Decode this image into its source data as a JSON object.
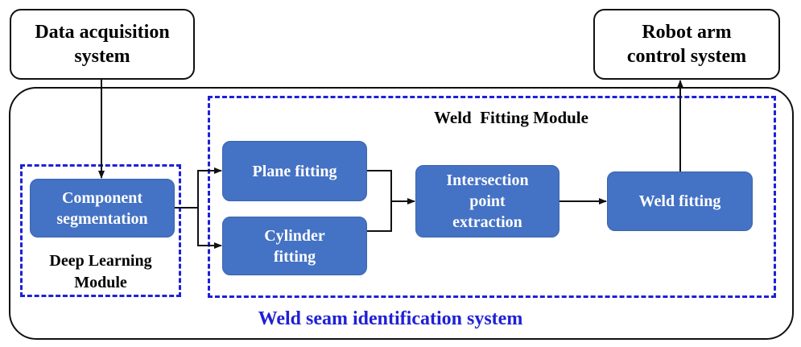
{
  "inputs": {
    "data_acquisition": "Data acquisition\nsystem",
    "robot_arm": "Robot arm\ncontrol system"
  },
  "system": {
    "label": "Weld seam identification system"
  },
  "deep_learning": {
    "title": "Deep Learning\nModule",
    "component_segmentation": "Component\nsegmentation"
  },
  "weld_fitting": {
    "title": "Weld  Fitting Module",
    "plane_fitting": "Plane fitting",
    "cylinder_fitting": "Cylinder\nfitting",
    "intersection": "Intersection\npoint\nextraction",
    "weld_fitting": "Weld fitting"
  },
  "colors": {
    "block_fill": "#4472c4",
    "dashed_border": "#1f20d6",
    "system_label": "#1f20d6"
  }
}
